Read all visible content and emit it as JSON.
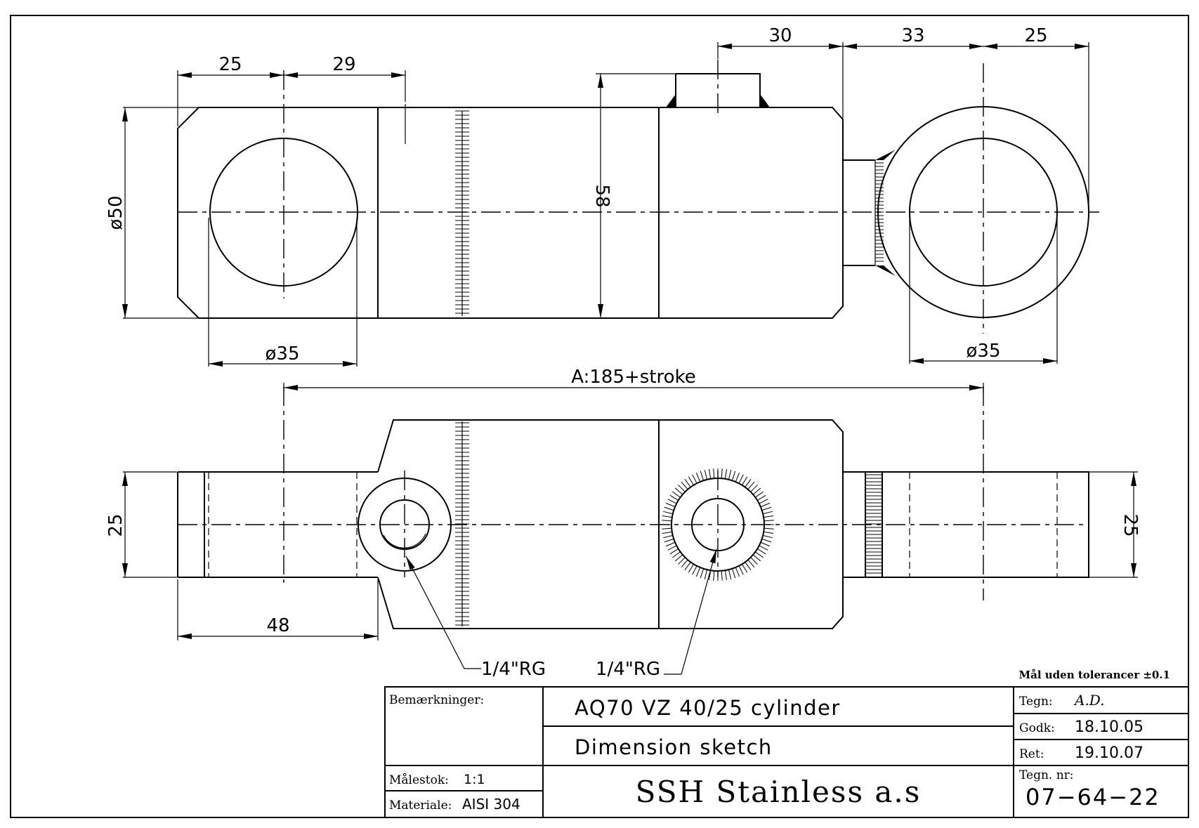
{
  "dimensions": {
    "top_25_left": "25",
    "top_29": "29",
    "top_30": "30",
    "top_33": "33",
    "top_25_right": "25",
    "dia_50": "ø50",
    "height_58": "58",
    "dia_35_left": "ø35",
    "dia_35_right": "ø35",
    "overall_a": "A:185+stroke",
    "bottom_25_left": "25",
    "bottom_25_right": "25",
    "bottom_48": "48"
  },
  "ports": {
    "port_left": "1/4\"RG",
    "port_right": "1/4\"RG"
  },
  "tolerance_note": "Mål uden tolerancer ±0.1",
  "title_block": {
    "remarks_label": "Bemærkninger:",
    "title": "AQ70 VZ 40/25 cylinder",
    "subtitle": "Dimension sketch",
    "scale_label": "Målestok:",
    "scale_value": "1:1",
    "material_label": "Materiale:",
    "material_value": "AISI 304",
    "company": "SSH Stainless a.s",
    "drawn_label": "Tegn:",
    "drawn_value": "A.D.",
    "approved_label": "Godk:",
    "approved_value": "18.10.05",
    "revised_label": "Ret:",
    "revised_value": "19.10.07",
    "drawing_no_label": "Tegn. nr:",
    "drawing_no_value": "07−64−22"
  }
}
